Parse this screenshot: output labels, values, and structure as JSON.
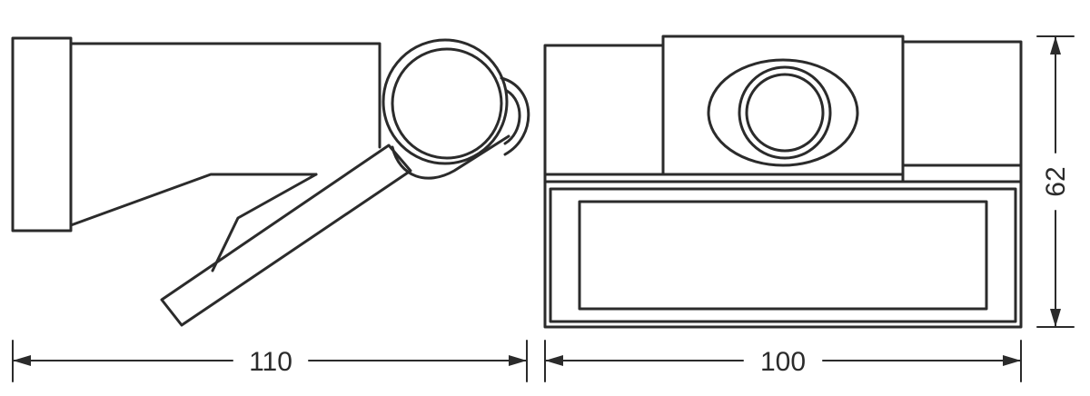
{
  "diagram": {
    "side_view": {
      "width_label": "110"
    },
    "front_view": {
      "width_label": "100",
      "height_label": "62"
    }
  }
}
